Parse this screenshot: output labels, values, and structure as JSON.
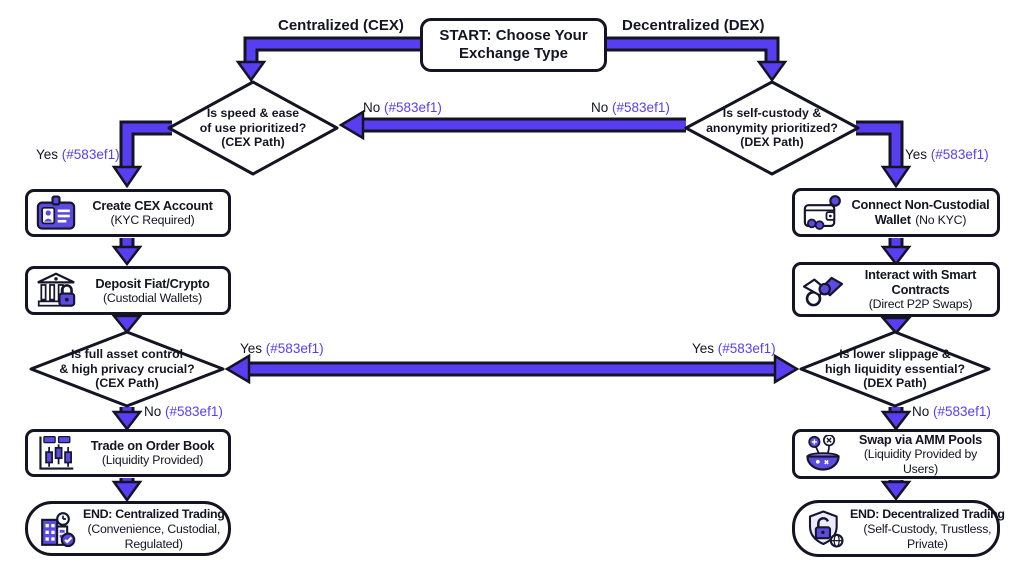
{
  "colors": {
    "arrow": "#583ef1",
    "icon_purple": "#5b4be0",
    "outline": "#141422",
    "background": "#ffffff"
  },
  "start": {
    "label": "START: Choose Your Exchange Type"
  },
  "branches": {
    "left": "Centralized (CEX)",
    "right": "Decentralized (DEX)"
  },
  "decisions": {
    "cex_speed": {
      "lines": [
        "Is speed & ease",
        "of use prioritized?",
        "(CEX Path)"
      ]
    },
    "dex_custody": {
      "lines": [
        "Is self-custody &",
        "anonymity prioritized?",
        "(DEX Path)"
      ]
    },
    "cex_control": {
      "lines": [
        "Is full asset control",
        "& high privacy crucial?",
        "(CEX Path)"
      ]
    },
    "dex_liquidity": {
      "lines": [
        "Is lower slippage &",
        "high liquidity essential?",
        "(DEX Path)"
      ]
    }
  },
  "edge_labels": {
    "no_top_left": {
      "word": "No",
      "code": "(#583ef1)"
    },
    "no_top_right": {
      "word": "No",
      "code": "(#583ef1)"
    },
    "yes_left": {
      "word": "Yes",
      "code": "(#583ef1)"
    },
    "yes_right": {
      "word": "Yes",
      "code": "(#583ef1)"
    },
    "yes_mid_left": {
      "word": "Yes",
      "code": "(#583ef1)"
    },
    "yes_mid_right": {
      "word": "Yes",
      "code": "(#583ef1)"
    },
    "no_bottom_left": {
      "word": "No",
      "code": "(#583ef1)"
    },
    "no_bottom_right": {
      "word": "No",
      "code": "(#583ef1)"
    }
  },
  "processes": {
    "create_account": {
      "title": "Create CEX Account",
      "subtitle": "(KYC Required)",
      "icon": "id-card-icon"
    },
    "deposit": {
      "title": "Deposit Fiat/Crypto",
      "subtitle": "(Custodial Wallets)",
      "icon": "bank-lock-icon"
    },
    "connect_wallet": {
      "title": "Connect Non-Custodial Wallet",
      "subtitle": "(No KYC)",
      "icon": "wallet-key-icon"
    },
    "smart_contracts": {
      "title": "Interact with Smart Contracts",
      "subtitle": "(Direct P2P Swaps)",
      "icon": "handshake-icon"
    },
    "order_book": {
      "title": "Trade on Order Book",
      "subtitle": "(Liquidity Provided)",
      "icon": "candlestick-chart-icon"
    },
    "amm_pools": {
      "title": "Swap via AMM Pools",
      "subtitle": "(Liquidity Provided by Users)",
      "icon": "amm-pool-icon"
    }
  },
  "ends": {
    "centralized": {
      "title": "END: Centralized Trading",
      "subtitle": "(Convenience, Custodial, Regulated)",
      "icon": "building-check-icon"
    },
    "decentralized": {
      "title": "END: Decentralized Trading",
      "subtitle": "(Self-Custody, Trustless, Private)",
      "icon": "shield-lock-icon"
    }
  }
}
